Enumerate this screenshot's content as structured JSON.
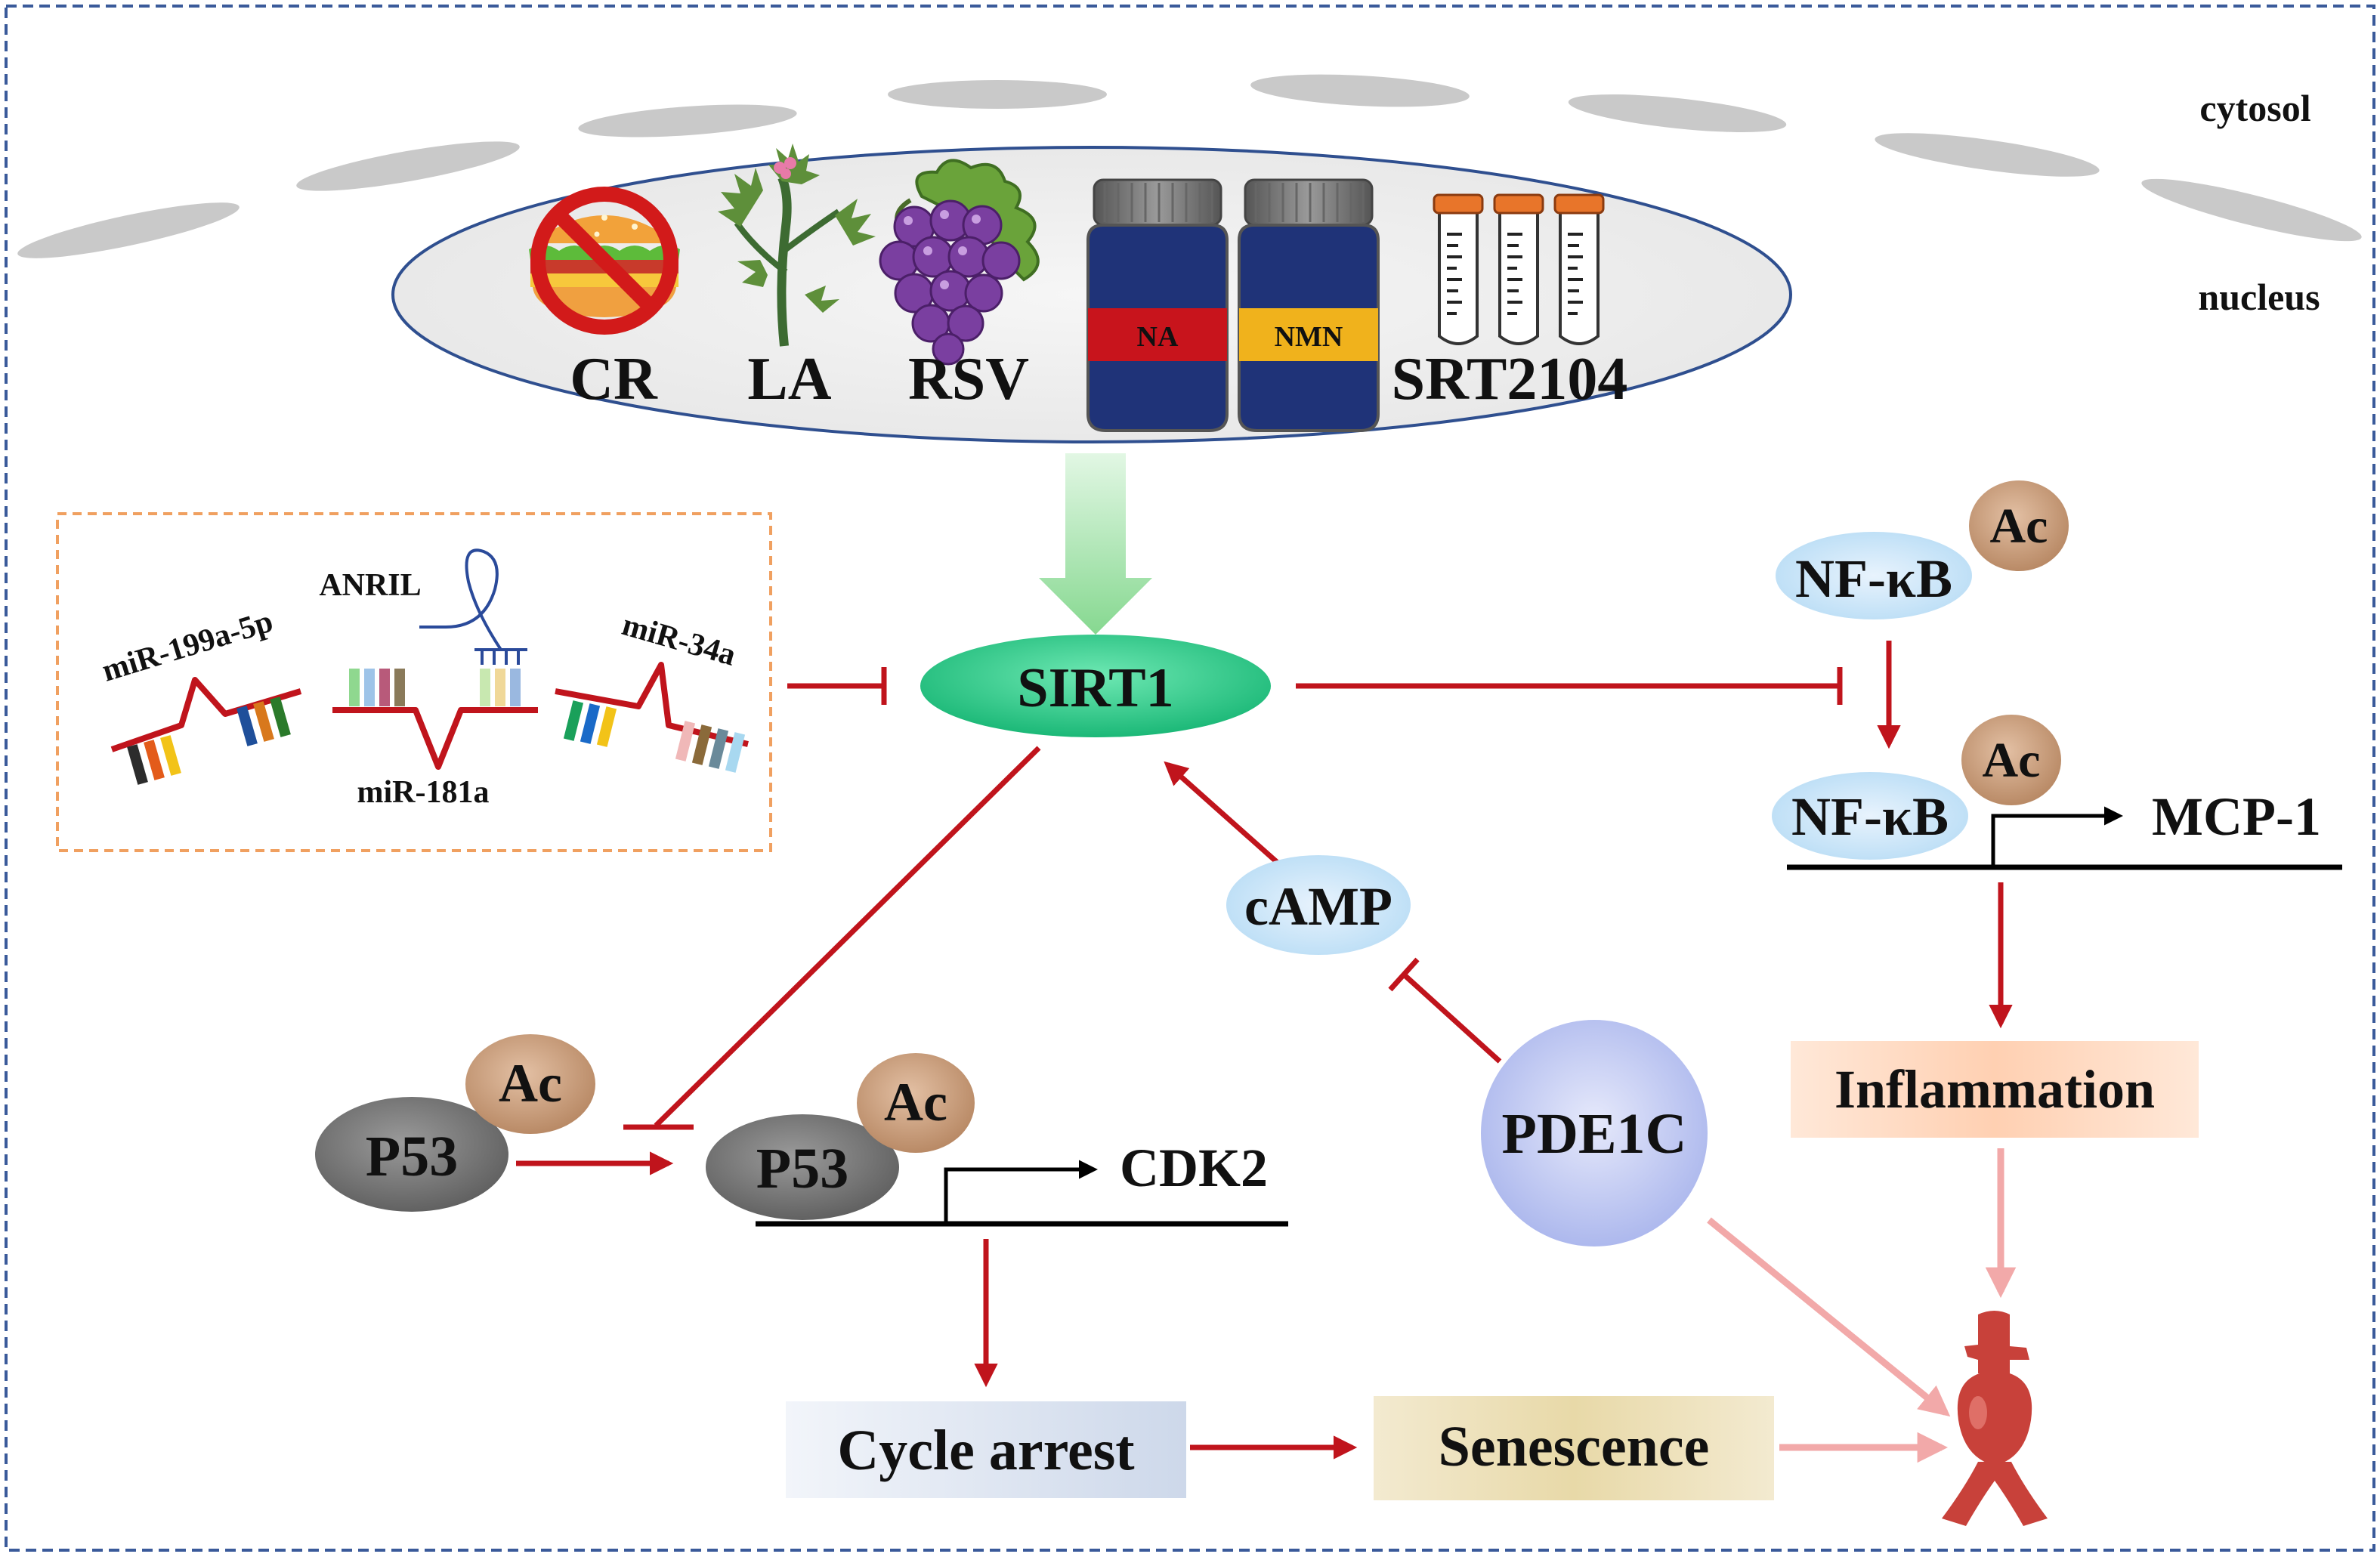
{
  "regions": {
    "cytosol": "cytosol",
    "nucleus": "nucleus"
  },
  "activators": {
    "cr": "CR",
    "la": "LA",
    "rsv": "RSV",
    "na": "NA",
    "nmn": "NMN",
    "srt": "SRT2104"
  },
  "rna": {
    "mir199": "miR-199a-5p",
    "anril": "ANRIL",
    "mir181": "miR-181a",
    "mir34": "miR-34a"
  },
  "nodes": {
    "sirt1": "SIRT1",
    "nfkb_top": "NF-κB",
    "nfkb_bottom": "NF-κB",
    "ac": "Ac",
    "mcp1": "MCP-1",
    "inflammation": "Inflammation",
    "camp": "cAMP",
    "pde1c": "PDE1C",
    "p53": "P53",
    "cdk2": "CDK2",
    "cycle_arrest": "Cycle arrest",
    "senescence": "Senescence"
  },
  "colors": {
    "inhibit_red": "#c0141c",
    "activate_green": "#9fe3a8",
    "sirt1_green": "#2bcf8c",
    "frame_blue": "#3a5a9a",
    "membrane_gray": "#c9c9c9",
    "aorta_red": "#c8413a"
  }
}
